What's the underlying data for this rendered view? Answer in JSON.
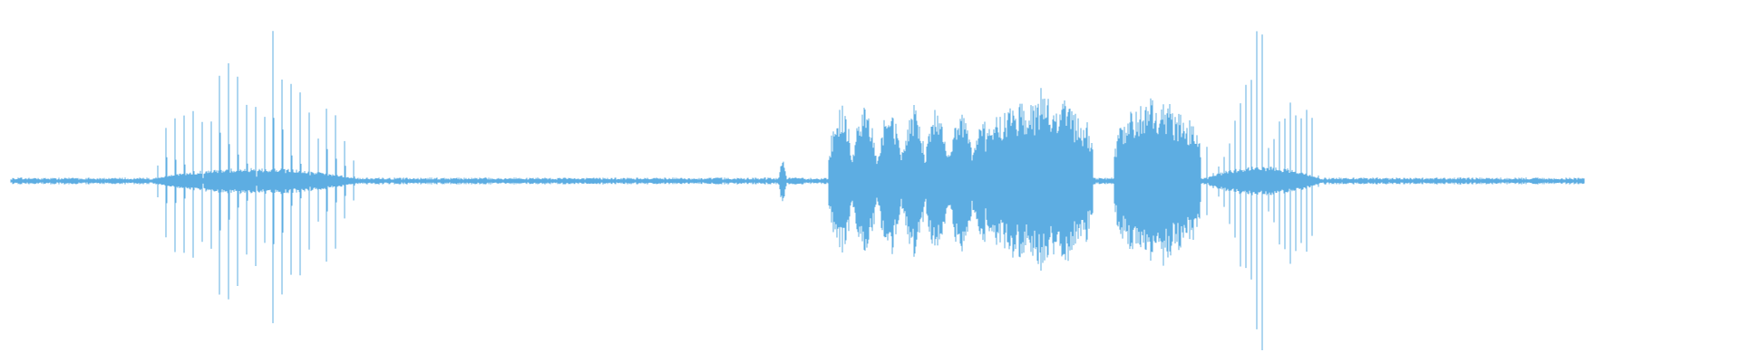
{
  "waveform": {
    "color": "#5DADE2",
    "background": "#FFFFFF",
    "duration_fraction_with_audio": 0.91,
    "segments": [
      {
        "name": "burst-1",
        "start": 0.085,
        "end": 0.208,
        "peak": 0.48,
        "pattern": "pulses",
        "pulse_count": 24
      },
      {
        "name": "blip",
        "start": 0.447,
        "end": 0.452,
        "peak": 0.06,
        "pattern": "tone"
      },
      {
        "name": "speech-1",
        "start": 0.476,
        "end": 0.566,
        "peak": 0.22,
        "pattern": "syllables"
      },
      {
        "name": "speech-2",
        "start": 0.566,
        "end": 0.628,
        "peak": 0.26,
        "pattern": "dense"
      },
      {
        "name": "speech-3",
        "start": 0.64,
        "end": 0.69,
        "peak": 0.24,
        "pattern": "dense"
      },
      {
        "name": "burst-2",
        "start": 0.69,
        "end": 0.76,
        "peak": 0.52,
        "pattern": "pulses",
        "pulse_count": 22
      }
    ],
    "noise_floor": {
      "start": 0.006,
      "end": 0.91,
      "level": 0.01
    }
  }
}
